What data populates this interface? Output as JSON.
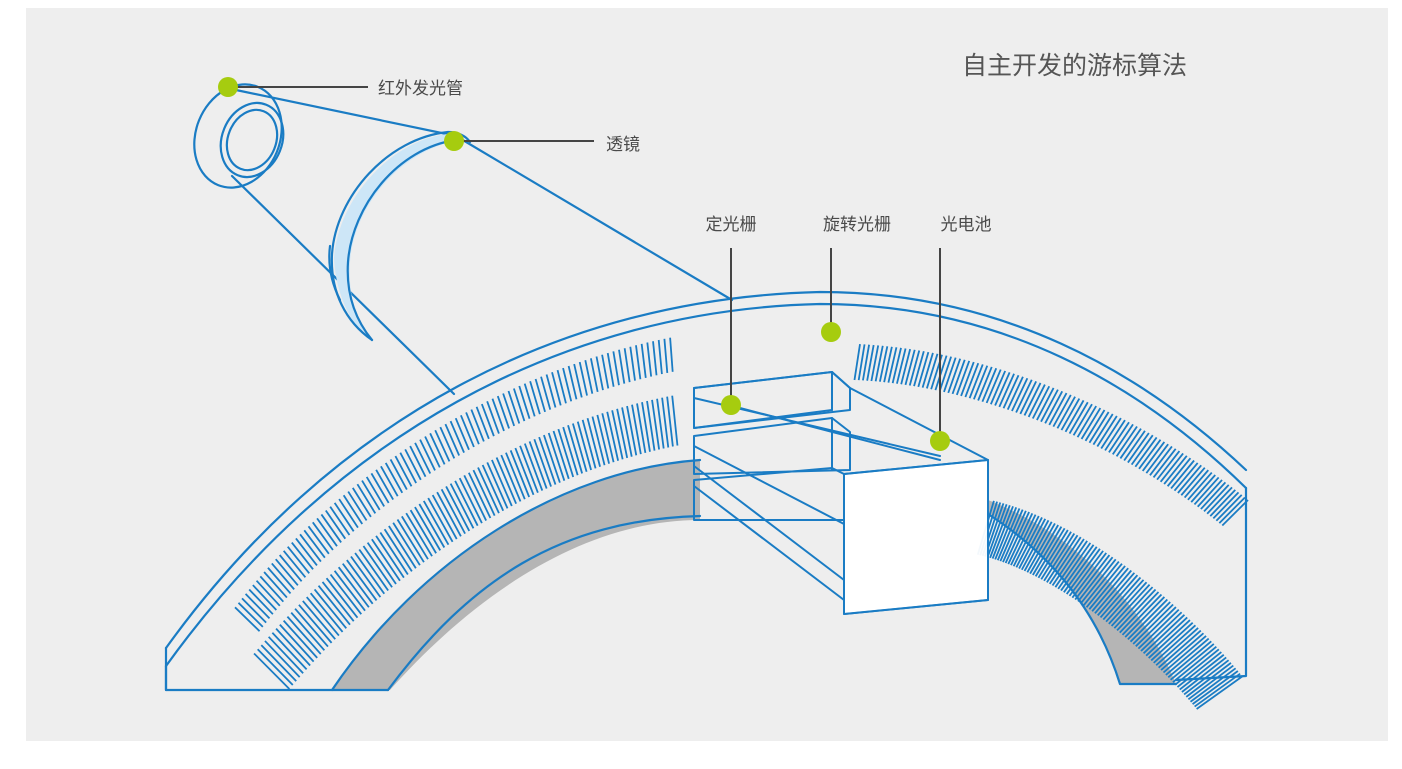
{
  "title": "自主开发的游标算法",
  "labels": {
    "ir_led": "红外发光管",
    "lens": "透镜",
    "fixed_grating": "定光栅",
    "rotating_grating": "旋转光栅",
    "photocell": "光电池"
  },
  "colors": {
    "panel": "#EEEEEE",
    "line": "#1A7CC4",
    "lens_fill": "#CDE6F7",
    "band_fill": "#B5B5B5",
    "marker": "#A6CC0F",
    "leader": "#444444"
  }
}
